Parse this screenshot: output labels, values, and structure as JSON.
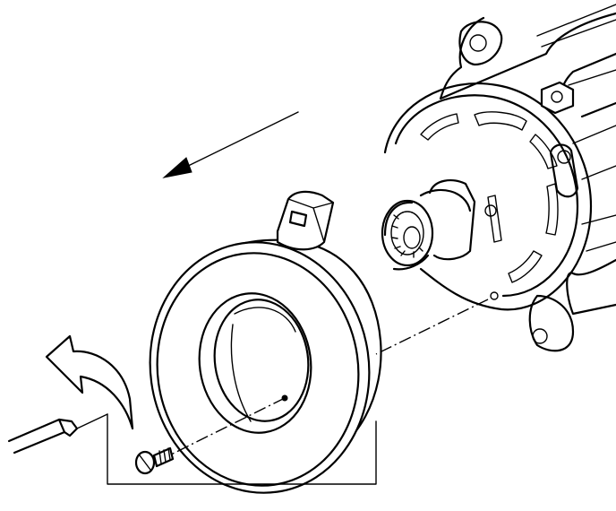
{
  "figure": {
    "background_color": "#ffffff",
    "line_color": "#000000",
    "parts": [
      "compressor-body",
      "clutch-coil",
      "wire-connector",
      "retaining-screw",
      "screwdriver-tip"
    ],
    "icons": [
      "removal-direction-arrow-icon",
      "curved-rotation-arrow-icon"
    ]
  }
}
